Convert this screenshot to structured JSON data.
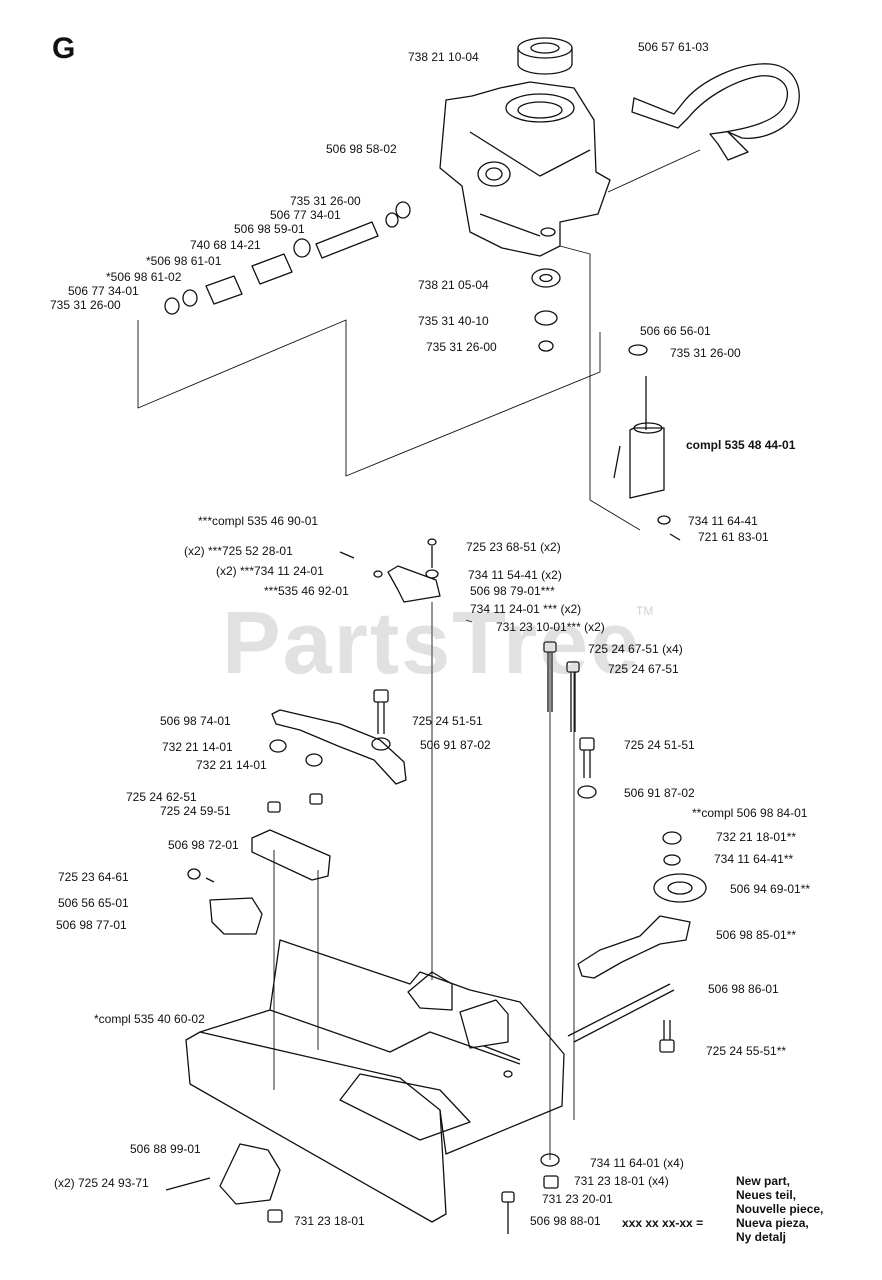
{
  "section_letter": "G",
  "watermark": "PartsTree",
  "watermark_tm": "TM",
  "labels": [
    {
      "id": "p1",
      "text": "738 21 10-04"
    },
    {
      "id": "p2",
      "text": "506 57 61-03"
    },
    {
      "id": "p3",
      "text": "506 98 58-02"
    },
    {
      "id": "p4",
      "text": "735 31 26-00"
    },
    {
      "id": "p5",
      "text": "506 77 34-01"
    },
    {
      "id": "p6",
      "text": "506 98 59-01"
    },
    {
      "id": "p7",
      "text": "740 68 14-21"
    },
    {
      "id": "p8",
      "text": "*506 98 61-01"
    },
    {
      "id": "p9",
      "text": "*506 98 61-02"
    },
    {
      "id": "p10",
      "text": "506 77 34-01"
    },
    {
      "id": "p11",
      "text": "735 31 26-00"
    },
    {
      "id": "p12",
      "text": "738 21 05-04"
    },
    {
      "id": "p13",
      "text": "735 31 40-10"
    },
    {
      "id": "p14",
      "text": "735 31 26-00"
    },
    {
      "id": "p15",
      "text": "506 66 56-01"
    },
    {
      "id": "p16",
      "text": "735 31 26-00"
    },
    {
      "id": "p17",
      "text": "compl 535 48 44-01"
    },
    {
      "id": "p18",
      "text": "734 11 64-41"
    },
    {
      "id": "p19",
      "text": "721 61 83-01"
    },
    {
      "id": "p20",
      "text": "***compl 535 46 90-01"
    },
    {
      "id": "p21",
      "text": "(x2) ***725 52 28-01"
    },
    {
      "id": "p22",
      "text": "(x2) ***734 11 24-01"
    },
    {
      "id": "p23",
      "text": "***535 46 92-01"
    },
    {
      "id": "p24",
      "text": "725 23 68-51 (x2)"
    },
    {
      "id": "p25",
      "text": "734 11 54-41 (x2)"
    },
    {
      "id": "p26",
      "text": "506 98 79-01***"
    },
    {
      "id": "p27",
      "text": "734 11 24-01 *** (x2)"
    },
    {
      "id": "p28",
      "text": "731 23 10-01*** (x2)"
    },
    {
      "id": "p29",
      "text": "725 24 67-51 (x4)"
    },
    {
      "id": "p30",
      "text": "725 24 67-51"
    },
    {
      "id": "p31",
      "text": "506 98 74-01"
    },
    {
      "id": "p32",
      "text": "725 24 51-51"
    },
    {
      "id": "p33",
      "text": "732 21 14-01"
    },
    {
      "id": "p34",
      "text": "732 21 14-01"
    },
    {
      "id": "p35",
      "text": "506 91 87-02"
    },
    {
      "id": "p36",
      "text": "725 24 51-51"
    },
    {
      "id": "p37",
      "text": "506 91 87-02"
    },
    {
      "id": "p38",
      "text": "**compl 506 98 84-01"
    },
    {
      "id": "p39",
      "text": "725 24 62-51"
    },
    {
      "id": "p40",
      "text": "725 24 59-51"
    },
    {
      "id": "p41",
      "text": "506 98 72-01"
    },
    {
      "id": "p42",
      "text": "732 21 18-01**"
    },
    {
      "id": "p43",
      "text": "734 11 64-41**"
    },
    {
      "id": "p44",
      "text": "725 23 64-61"
    },
    {
      "id": "p45",
      "text": "506 94 69-01**"
    },
    {
      "id": "p46",
      "text": "506 56 65-01"
    },
    {
      "id": "p47",
      "text": "506 98 77-01"
    },
    {
      "id": "p48",
      "text": "506 98 85-01**"
    },
    {
      "id": "p49",
      "text": "506 98 86-01"
    },
    {
      "id": "p50",
      "text": "*compl 535 40 60-02"
    },
    {
      "id": "p51",
      "text": "725 24 55-51**"
    },
    {
      "id": "p52",
      "text": "506 88 99-01"
    },
    {
      "id": "p53",
      "text": "(x2) 725 24 93-71"
    },
    {
      "id": "p54",
      "text": "731 23 18-01"
    },
    {
      "id": "p55",
      "text": "734 11 64-01 (x4)"
    },
    {
      "id": "p56",
      "text": "731 23 18-01 (x4)"
    },
    {
      "id": "p57",
      "text": "731 23 20-01"
    },
    {
      "id": "p58",
      "text": "506 98 88-01"
    }
  ],
  "legend": {
    "code": "xxx xx xx-xx  =",
    "lines": [
      "New part,",
      "Neues teil,",
      "Nouvelle piece,",
      "Nueva pieza,",
      "Ny detalj"
    ]
  }
}
